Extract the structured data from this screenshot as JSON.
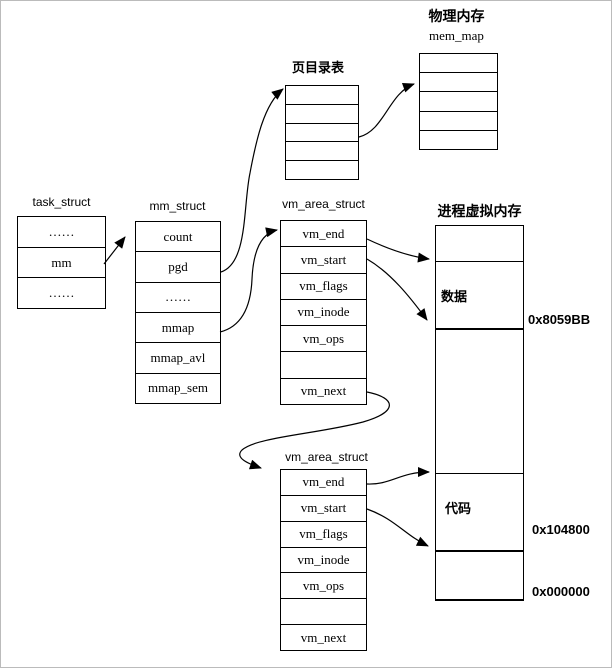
{
  "colors": {
    "background": "#ffffff",
    "line": "#000000",
    "text": "#000000"
  },
  "structs": {
    "task_struct": {
      "title": "task_struct",
      "rows": [
        "……",
        "mm",
        "……"
      ]
    },
    "mm_struct": {
      "title": "mm_struct",
      "rows": [
        "count",
        "pgd",
        "……",
        "mmap",
        "mmap_avl",
        "mmap_sem"
      ]
    },
    "vm_area_struct_1": {
      "title": "vm_area_struct",
      "rows": [
        "vm_end",
        "vm_start",
        "vm_flags",
        "vm_inode",
        "vm_ops",
        "",
        "vm_next"
      ]
    },
    "vm_area_struct_2": {
      "title": "vm_area_struct",
      "rows": [
        "vm_end",
        "vm_start",
        "vm_flags",
        "vm_inode",
        "vm_ops",
        "",
        "vm_next"
      ]
    },
    "page_directory_table": {
      "title": "页目录表",
      "rows": [
        "",
        "",
        "",
        "",
        ""
      ]
    },
    "mem_map": {
      "title": "物理内存",
      "subtitle": "mem_map",
      "rows": [
        "",
        "",
        "",
        "",
        ""
      ]
    },
    "process_virtual_memory": {
      "title": "进程虚拟内存",
      "data_region_label": "数据",
      "code_region_label": "代码",
      "address_data_start": "0x8059BB",
      "address_code_start": "0x104800",
      "address_bottom": "0x000000"
    }
  },
  "connections": [
    {
      "from": "task_struct.mm",
      "to": "mm_struct"
    },
    {
      "from": "mm_struct.pgd",
      "to": "page_directory_table"
    },
    {
      "from": "mm_struct.mmap",
      "to": "vm_area_struct_1"
    },
    {
      "from": "page_directory_table",
      "to": "mem_map"
    },
    {
      "from": "vm_area_struct_1.vm_end",
      "to": "process_virtual_memory.data_region_top"
    },
    {
      "from": "vm_area_struct_1.vm_start",
      "to": "process_virtual_memory.data_region_bottom"
    },
    {
      "from": "vm_area_struct_1.vm_next",
      "to": "vm_area_struct_2"
    },
    {
      "from": "vm_area_struct_2.vm_end",
      "to": "process_virtual_memory.code_region_top"
    },
    {
      "from": "vm_area_struct_2.vm_start",
      "to": "process_virtual_memory.code_region_bottom"
    }
  ]
}
